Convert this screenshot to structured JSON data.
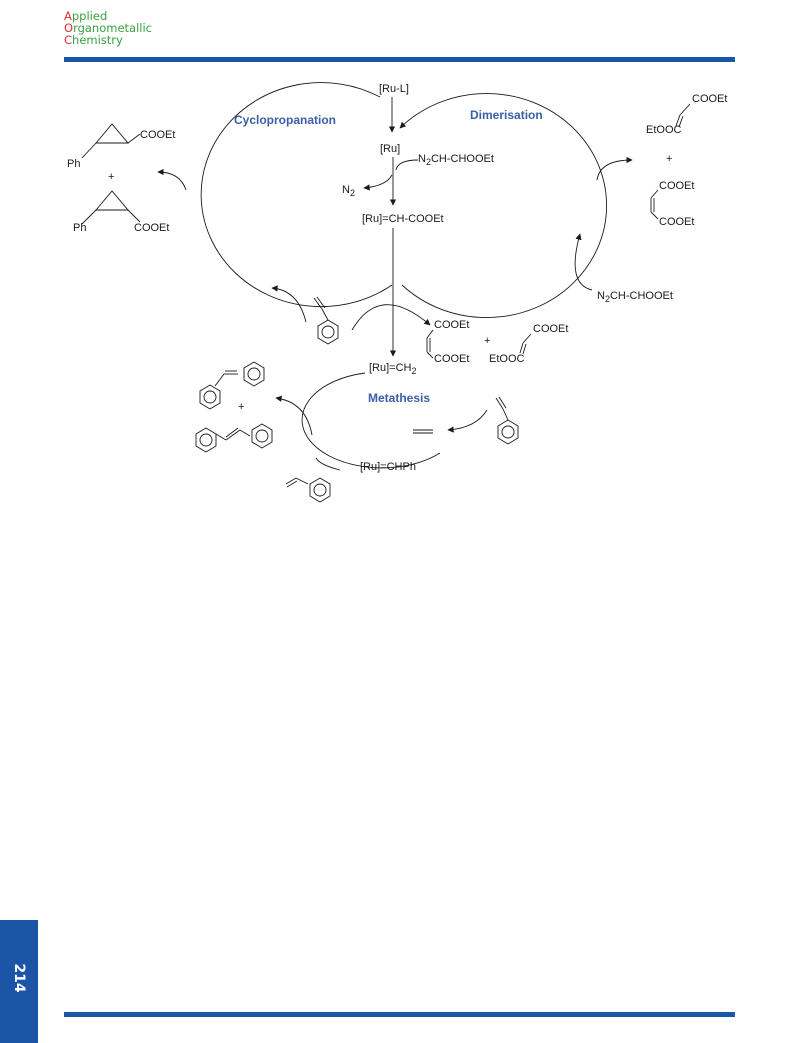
{
  "journal": {
    "line1_initial": "A",
    "line1_rest": "pplied",
    "line2_initial": "O",
    "line2_rest": "rganometallic",
    "line3_initial": "C",
    "line3_rest": "hemistry"
  },
  "page_number": "214",
  "scheme": {
    "cycles": {
      "cyclopropanation": "Cyclopropanation",
      "dimerisation": "Dimerisation",
      "metathesis": "Metathesis"
    },
    "species": {
      "precursor": "[Ru-L]",
      "ru": "[Ru]",
      "diazo": "N",
      "diazo_sub": "2",
      "diazo_rest": "CH-CHOOEt",
      "n2": "N",
      "n2_sub": "2",
      "carbene": "[Ru]=CH-COOEt",
      "methylidene": "[Ru]=CH",
      "methylidene_sub": "2",
      "benzylidene": "[Ru]=CHPh"
    },
    "labels": {
      "ph": "Ph",
      "coooet": "COOEt",
      "etooc": "EtOOC",
      "plus": "+"
    }
  }
}
